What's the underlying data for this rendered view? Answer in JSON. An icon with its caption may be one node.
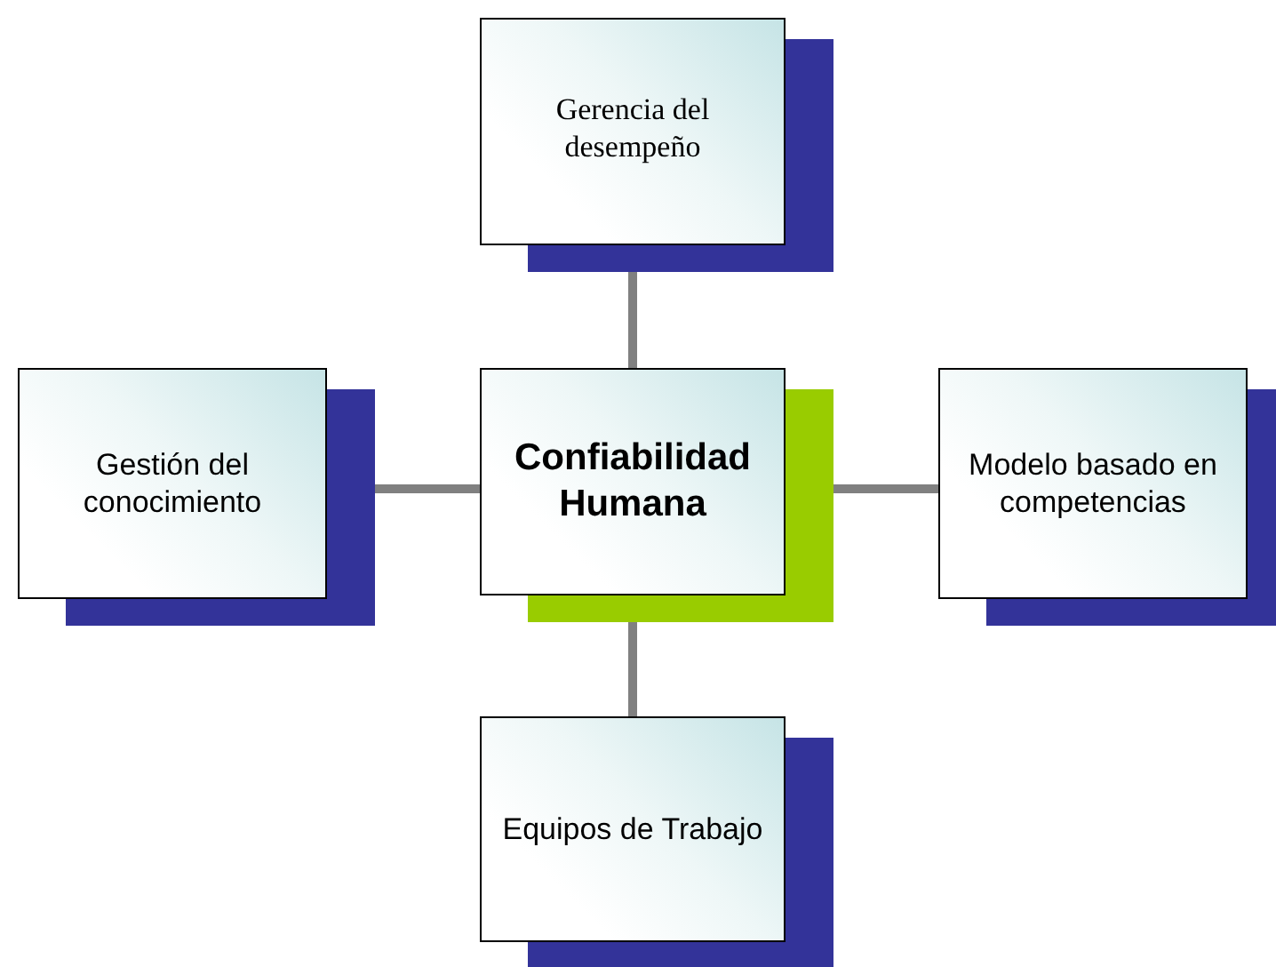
{
  "diagram": {
    "nodes": [
      {
        "text": [
          "Gerencia del desempeño"
        ]
      },
      {
        "text": [
          "Gestión del conocimiento"
        ]
      },
      {
        "text": [
          "Confiabilidad Humana"
        ]
      },
      {
        "text": [
          "Modelo basado en competencias"
        ]
      },
      {
        "text": [
          "Equipos de Trabajo"
        ]
      }
    ],
    "edges": [
      {
        "from": 0,
        "to": 2,
        "arrow": "none"
      },
      {
        "from": 1,
        "to": 2,
        "arrow": "none"
      },
      {
        "from": 3,
        "to": 2,
        "arrow": "none"
      },
      {
        "from": 4,
        "to": 2,
        "arrow": "none"
      }
    ]
  }
}
